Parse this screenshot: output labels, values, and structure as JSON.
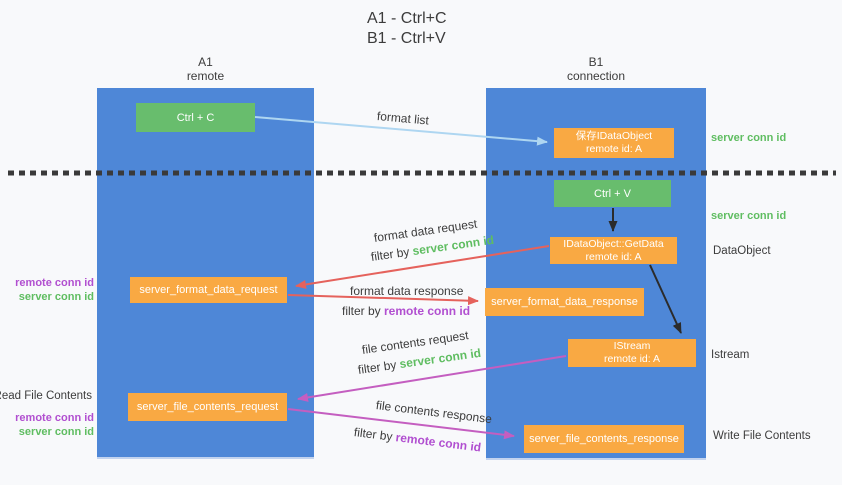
{
  "title": {
    "line1": "A1 - Ctrl+C",
    "line2": "B1 - Ctrl+V"
  },
  "columns": {
    "a1": {
      "title": "A1",
      "subtitle": "remote"
    },
    "b1": {
      "title": "B1",
      "subtitle": "connection"
    }
  },
  "nodes": {
    "ctrl_c": {
      "label": "Ctrl + C"
    },
    "ctrl_v": {
      "label": "Ctrl + V"
    },
    "save_idataobject": {
      "line1": "保存IDataObject",
      "line2": "remote id: A"
    },
    "getdata": {
      "line1": "IDataObject::GetData",
      "line2": "remote id: A"
    },
    "istream": {
      "line1": "IStream",
      "line2": "remote id: A"
    },
    "format_request": {
      "label": "server_format_data_request"
    },
    "format_response": {
      "label": "server_format_data_response"
    },
    "file_request": {
      "label": "server_file_contents_request"
    },
    "file_response": {
      "label": "server_file_contents_response"
    }
  },
  "left_labels": {
    "remote_conn_id_top": "remote conn id",
    "server_conn_id_top": "server conn id",
    "read_file_contents": "Read File Contents",
    "remote_conn_id_bottom": "remote conn id",
    "server_conn_id_bottom": "server conn id"
  },
  "right_labels": {
    "server_conn_id_top": "server conn id",
    "server_conn_id_mid": "server conn id",
    "dataobject": "DataObject",
    "istream": "Istream",
    "write_file_contents": "Write File Contents"
  },
  "arrows": {
    "format_list": {
      "label": "format list"
    },
    "format_data_request": {
      "label": "format data request",
      "filter_prefix": "filter by ",
      "filter_key": "server conn id"
    },
    "format_data_response": {
      "label": "format data response",
      "filter_prefix": "filter by ",
      "filter_key": "remote conn id"
    },
    "file_contents_request": {
      "label": "file contents request",
      "filter_prefix": "filter by ",
      "filter_key": "server conn id"
    },
    "file_contents_response": {
      "label": "file contents response",
      "filter_prefix": "filter by ",
      "filter_key": "remote conn id"
    }
  },
  "colors": {
    "column_blue": "#4e87d7",
    "node_green": "#68bd6d",
    "node_orange": "#f9a943",
    "accent_green": "#5fbd61",
    "accent_purple": "#b14fd0",
    "arrow_red": "#e5625c",
    "arrow_magenta": "#c45ec0",
    "arrow_lightblue": "#aed6f1",
    "arrow_black": "#2b2b2b",
    "divider_dark": "#3a3a3a",
    "text_dark": "#3c3c3c",
    "background": "#f8f9fb"
  }
}
